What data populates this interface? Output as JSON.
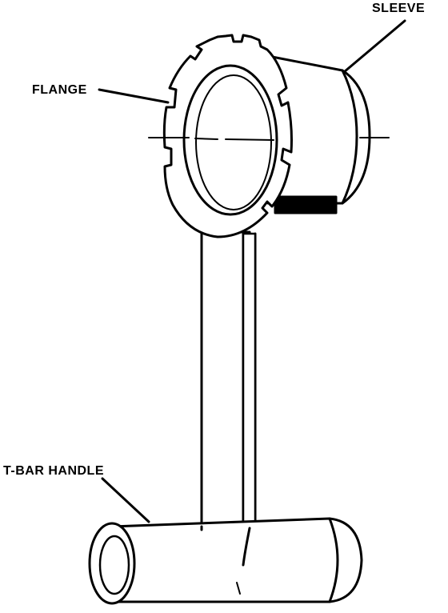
{
  "labels": {
    "sleeve": "SLEEVE",
    "flange": "FLANGE",
    "t_bar_handle": "T-BAR HANDLE"
  },
  "colors": {
    "line": "#000000",
    "background": "#ffffff"
  }
}
